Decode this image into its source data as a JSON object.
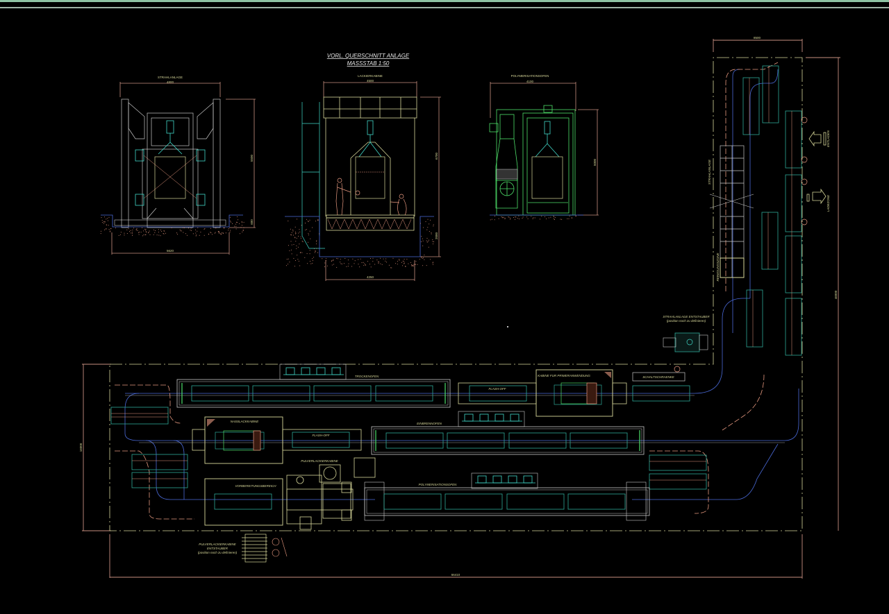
{
  "drawing": {
    "title_line1": "VORL. QUERSCHNITT ANLAGE",
    "title_line2": "MASSSTAB 1:50",
    "colors": {
      "background": "#000000",
      "yellow": "#d8d89a",
      "green": "#4ee06a",
      "cyan": "#40d8c8",
      "teal": "#2fa898",
      "salmon": "#e89a80",
      "white": "#c8c8c8",
      "blue": "#4a6ad8",
      "pink": "#d070c0",
      "dimension": "#c89080"
    }
  },
  "sections": {
    "strahlanlage": {
      "label": "STRAHLANLAGE",
      "width_top": "4800",
      "width_bottom": "5620",
      "height": "5500",
      "pit": "600"
    },
    "lackierkabine": {
      "label": "LACKIERKABINE",
      "width_top": "4500",
      "width_bottom": "4250",
      "height": "6700",
      "pit": "2000"
    },
    "polymerisationsofen": {
      "label": "POLYMERISATIONSOFEN",
      "width_top": "4100",
      "height": "5000"
    }
  },
  "plan": {
    "labels": {
      "trockenofen": "TROCKENOFEN",
      "flash_off_1": "FLASH-OFF",
      "flash_off_2": "FLASH-OFF",
      "kabine_primer": "KABINE FUR PRIMERANWENDUNG",
      "schaltschraenke": "SCHALTSCHRAENKE",
      "nasslackkabine": "NASSLACKKABINE",
      "einbrennofen": "EINBRENNOFEN",
      "pulverlackierkabine": "PULVERLACKIERKABINE",
      "vorbereitungsbereich": "VORBEREITUNGSBEREICH",
      "polymerisationsofen": "POLYMERISATIONSOFEN",
      "pulver_entstauber_1": "PULVERLACKIERKABINE",
      "pulver_entstauber_2": "ENTSTAUBER",
      "pulver_entstauber_3": "(position noch zu definieren)",
      "strahl_entstauber_1": "STRAHLANLAGE ENTSTAUBER",
      "strahl_entstauber_2": "(position noch zu definieren)",
      "strahlanlage": "STRAHLANLAGE",
      "reinigungszone": "REINIGUNGSZONE",
      "entladen": "ENTLADEN",
      "ladezone": "LADEZONE"
    },
    "dimensions": {
      "total_width": "66410",
      "total_height_left": "16000",
      "right_wing_width": "8500",
      "right_wing_height": "46000"
    }
  }
}
